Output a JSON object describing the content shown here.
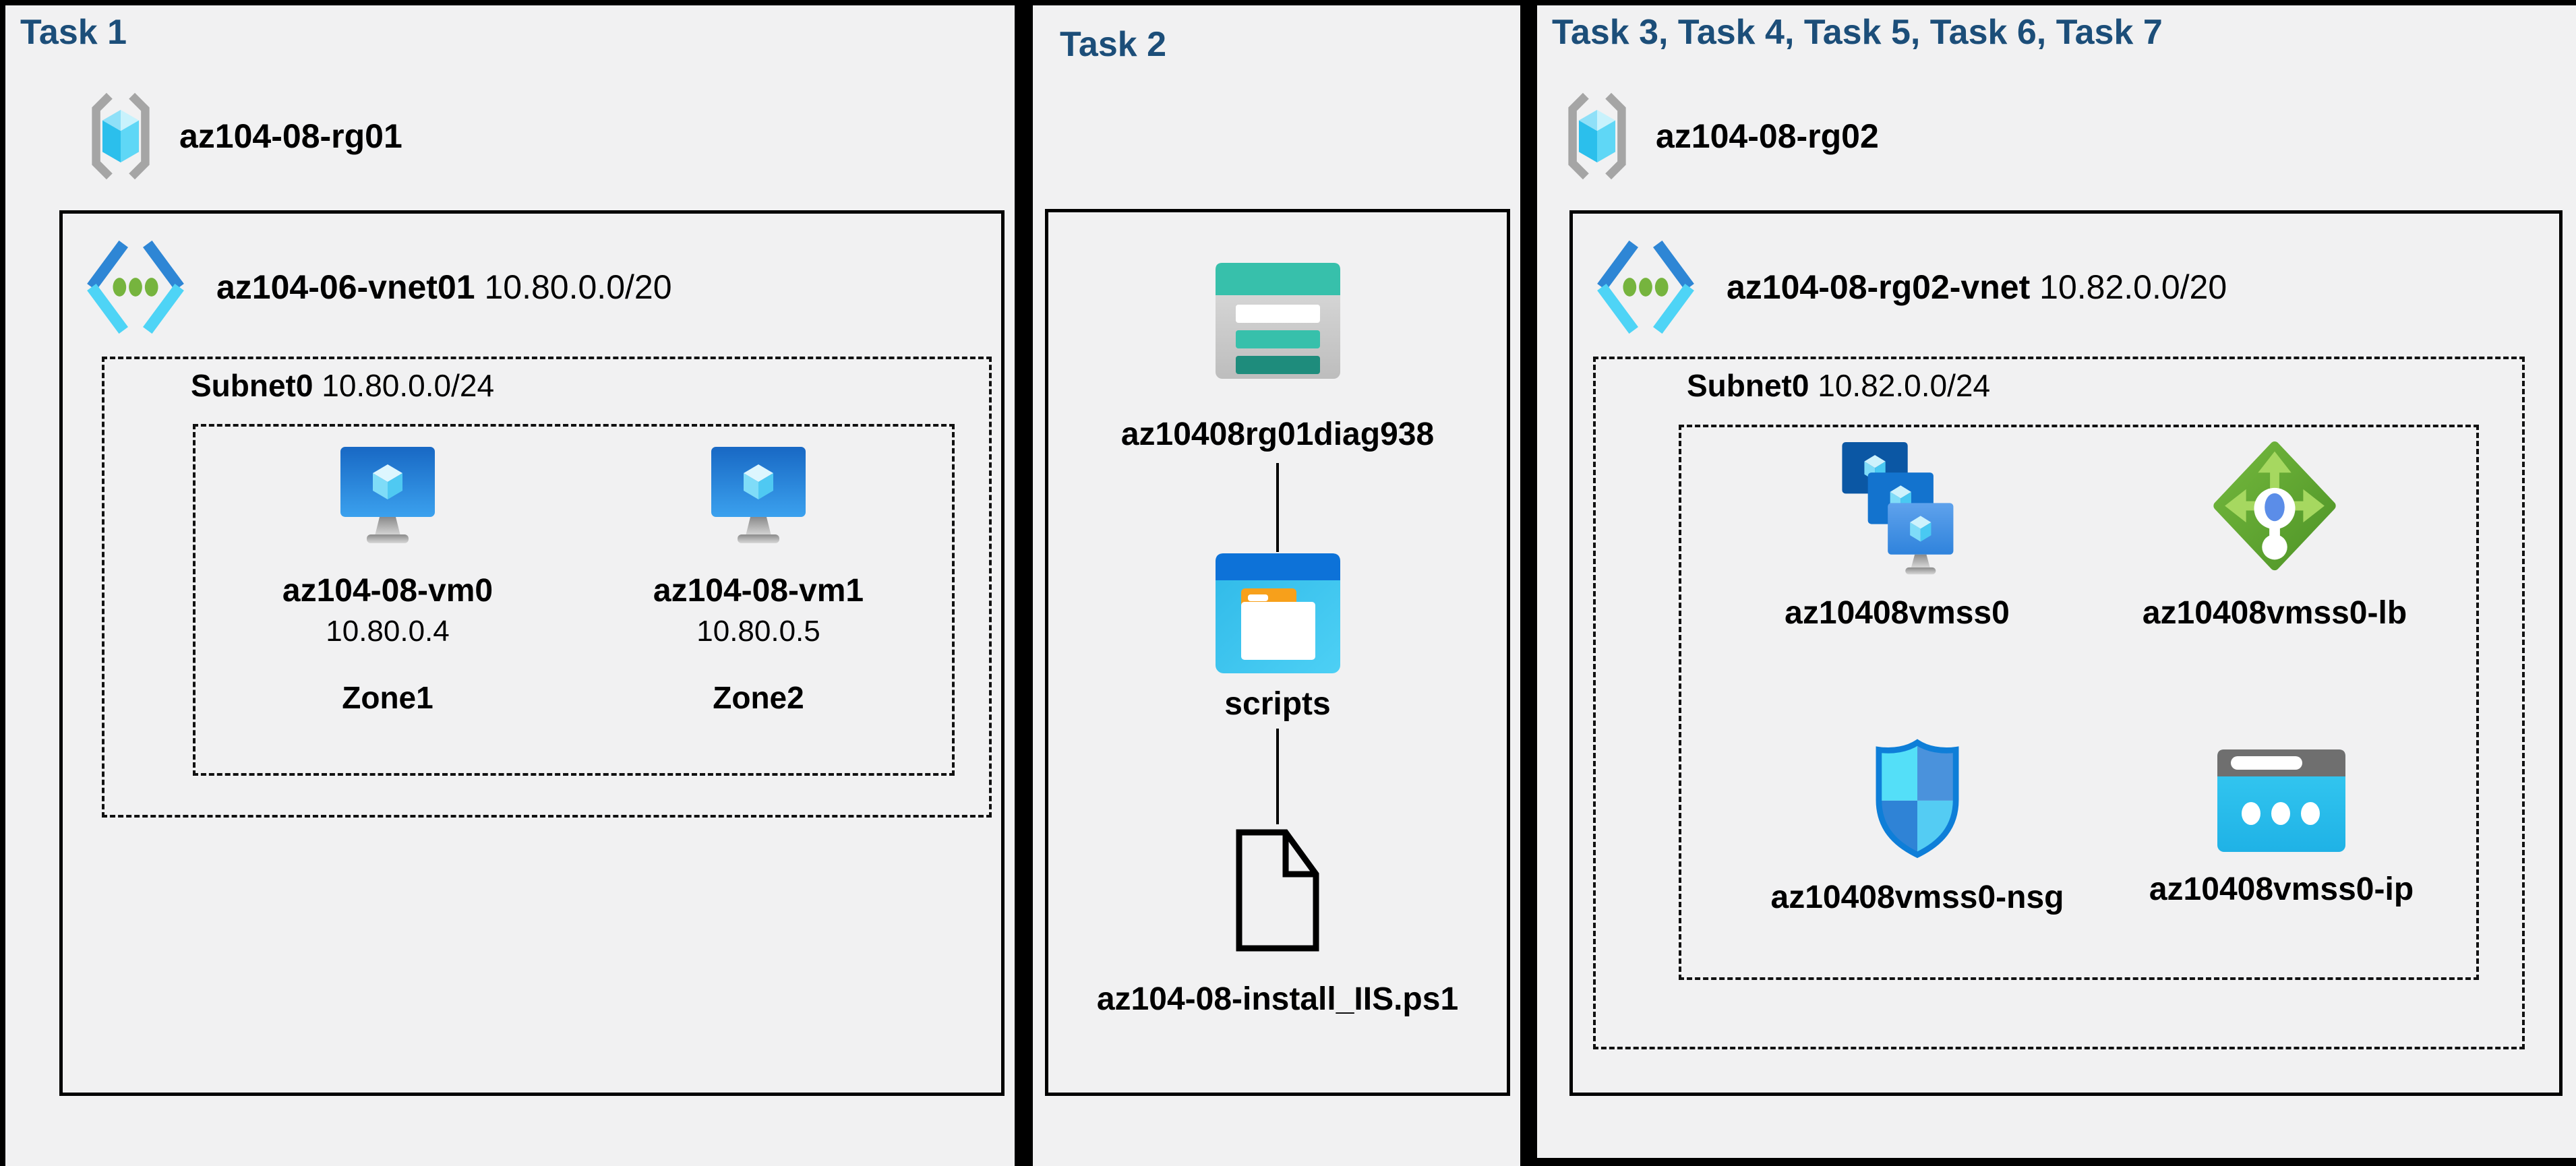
{
  "task1": {
    "title": "Task 1",
    "resource_group": "az104-08-rg01",
    "vnet_name": "az104-06-vnet01",
    "vnet_cidr": "10.80.0.0/20",
    "subnet_name": "Subnet0",
    "subnet_cidr": "10.80.0.0/24",
    "vms": [
      {
        "name": "az104-08-vm0",
        "ip": "10.80.0.4",
        "zone": "Zone1"
      },
      {
        "name": "az104-08-vm1",
        "ip": "10.80.0.5",
        "zone": "Zone2"
      }
    ]
  },
  "task2": {
    "title": "Task 2",
    "storage_account": "az10408rg01diag938",
    "container": "scripts",
    "script_file": "az104-08-install_IIS.ps1"
  },
  "task3": {
    "title": "Task 3, Task 4, Task 5, Task 6, Task 7",
    "resource_group": "az104-08-rg02",
    "vnet_name": "az104-08-rg02-vnet",
    "vnet_cidr": "10.82.0.0/20",
    "subnet_name": "Subnet0",
    "subnet_cidr": "10.82.0.0/24",
    "vmss_name": "az10408vmss0",
    "lb_name": "az10408vmss0-lb",
    "nsg_name": "az10408vmss0-nsg",
    "pip_name": "az10408vmss0-ip"
  },
  "colors": {
    "canvas": "#000000",
    "panel_bg": "#F1F1F2",
    "title_navy": "#1C4E79",
    "storage_teal": "#37C0AB",
    "storage_teal_dark": "#1E8C7C",
    "azure_blue": "#0D72D8",
    "cyan": "#45CEF2",
    "lb_green": "#61A832",
    "vnet_dot_green": "#76B43E"
  }
}
